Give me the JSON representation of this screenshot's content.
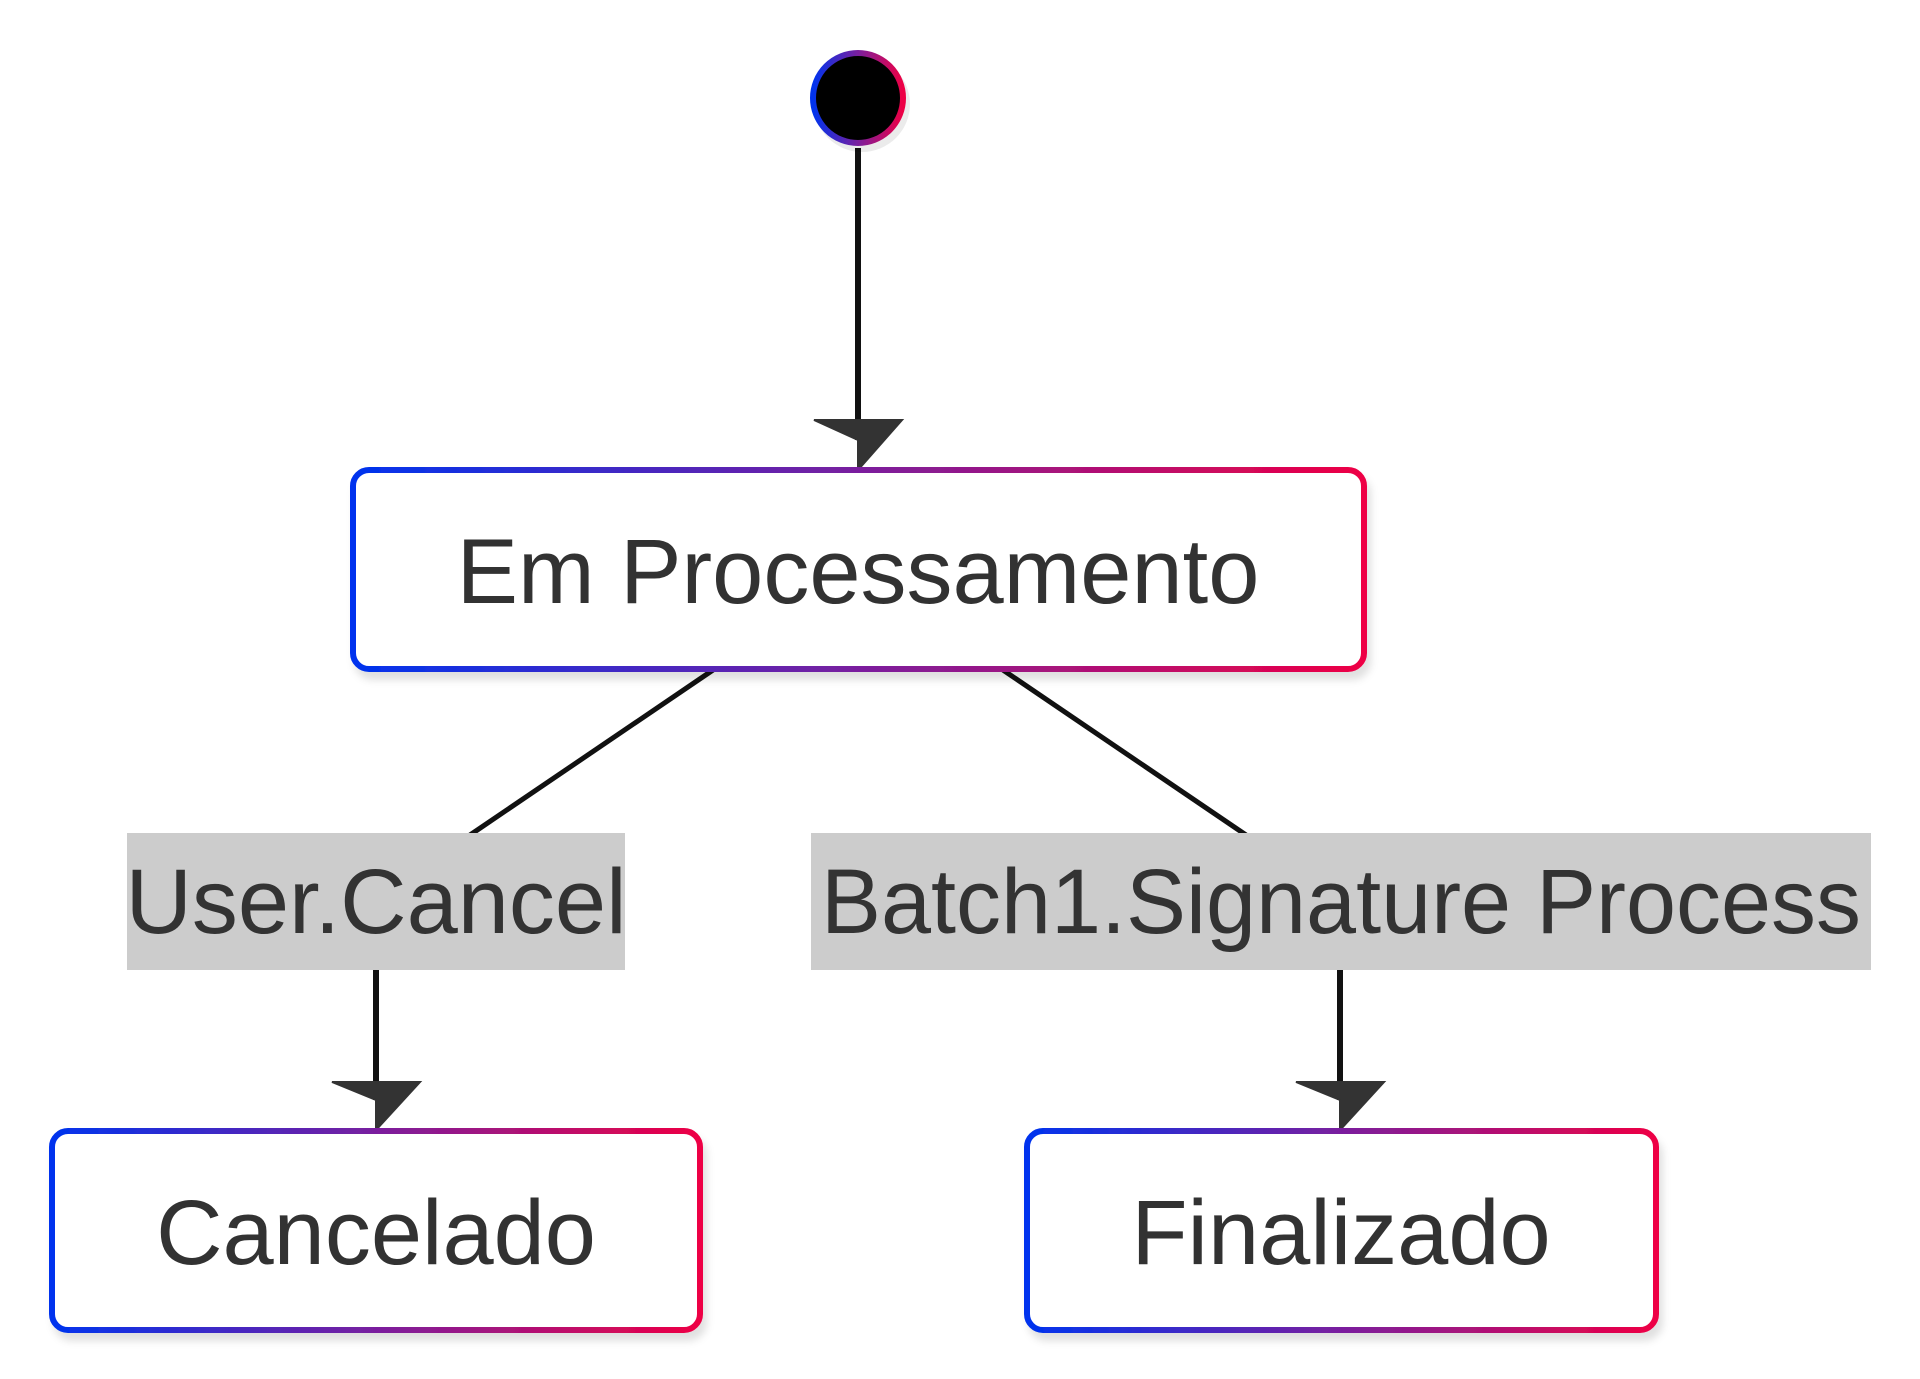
{
  "diagram": {
    "type": "state-diagram",
    "colors": {
      "border_gradient_start": "#0033ee",
      "border_gradient_end": "#ee0044",
      "edge_color": "#111111",
      "arrowhead_color": "#333333",
      "edge_label_background": "#cccccc",
      "text_color": "#333333",
      "start_fill": "#000000"
    },
    "nodes": {
      "start": {
        "kind": "initial-state"
      },
      "processing": {
        "label": "Em Processamento"
      },
      "cancelled": {
        "label": "Cancelado"
      },
      "finished": {
        "label": "Finalizado"
      }
    },
    "edges": {
      "start_to_processing": {
        "from": "start",
        "to": "processing",
        "label": ""
      },
      "processing_to_cancelled": {
        "from": "processing",
        "to": "cancelled",
        "label": "User.Cancel"
      },
      "processing_to_finished": {
        "from": "processing",
        "to": "finished",
        "label": "Batch1.Signature Process"
      }
    }
  }
}
